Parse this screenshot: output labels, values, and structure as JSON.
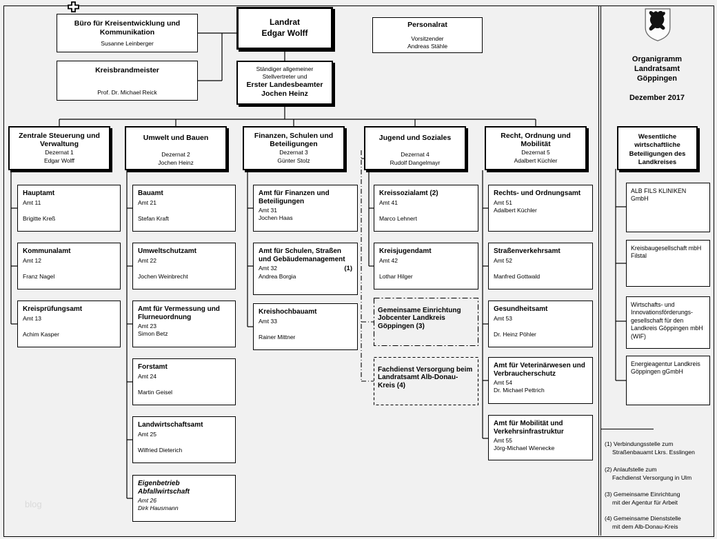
{
  "watermark": "blog",
  "icons": {
    "crest": "goeppingen-coat-of-arms",
    "cursor": "cross-move-cursor"
  },
  "header": {
    "buero_title": "Büro für Kreisentwicklung und Kommunikation",
    "buero_person": "Susanne Leinberger",
    "brandmeister_title": "Kreisbrandmeister",
    "brandmeister_person": "Prof. Dr. Michael Reick",
    "landrat_title": "Landrat",
    "landrat_person": "Edgar Wolff",
    "deputy_line1": "Ständiger allgemeiner",
    "deputy_line2": "Stellvertreter und",
    "deputy_line3": "Erster Landesbeamter",
    "deputy_line4": "Jochen Heinz",
    "personalrat_title": "Personalrat",
    "personalrat_role": "Vorsitzender",
    "personalrat_person": "Andreas Stähle"
  },
  "info_panel": {
    "org_title_line1": "Organigramm",
    "org_title_line2": "Landratsamt",
    "org_title_line3": "Göppingen",
    "date": "Dezember 2017"
  },
  "dezernate": [
    {
      "title": "Zentrale Steuerung und Verwaltung",
      "unit": "Dezernat 1",
      "head": "Edgar Wolff"
    },
    {
      "title": "Umwelt und Bauen",
      "unit": "Dezernat 2",
      "head": "Jochen Heinz"
    },
    {
      "title": "Finanzen, Schulen und Beteiligungen",
      "unit": "Dezernat 3",
      "head": "Günter Stolz"
    },
    {
      "title": "Jugend und Soziales",
      "unit": "Dezernat 4",
      "head": "Rudolf Dangelmayr"
    },
    {
      "title": "Recht, Ordnung und Mobilität",
      "unit": "Dezernat 5",
      "head": "Adalbert Küchler"
    }
  ],
  "columns": [
    {
      "items": [
        {
          "name": "Hauptamt",
          "code": "Amt 11",
          "person": "Brigitte Kreß"
        },
        {
          "name": "Kommunalamt",
          "code": "Amt 12",
          "person": "Franz Nagel"
        },
        {
          "name": "Kreisprüfungsamt",
          "code": "Amt 13",
          "person": "Achim Kasper"
        }
      ]
    },
    {
      "items": [
        {
          "name": "Bauamt",
          "code": "Amt 21",
          "person": "Stefan Kraft"
        },
        {
          "name": "Umweltschutzamt",
          "code": "Amt 22",
          "person": "Jochen Weinbrecht"
        },
        {
          "name": "Amt für Vermessung und Flurneuordnung",
          "code": "Amt 23",
          "person": "Simon Betz"
        },
        {
          "name": "Forstamt",
          "code": "Amt 24",
          "person": "Martin Geisel"
        },
        {
          "name": "Landwirtschaftsamt",
          "code": "Amt 25",
          "person": "Wilfried Dieterich"
        },
        {
          "name": "Eigenbetrieb Abfallwirtschaft",
          "code": "Amt 26",
          "person": "Dirk Hausmann"
        }
      ]
    },
    {
      "items": [
        {
          "name": "Amt für Finanzen und Beteiligungen",
          "code": "Amt 31",
          "person": "Jochen Haas"
        },
        {
          "name": "Amt für Schulen, Straßen und Gebäudemanagement",
          "code": "Amt 32",
          "note": "(1)",
          "person": "Andrea Borgia"
        },
        {
          "name": "Kreishochbauamt",
          "code": "Amt 33",
          "person": "Rainer Mittner"
        }
      ]
    },
    {
      "items": [
        {
          "name": "Kreissozialamt (2)",
          "code": "Amt 41",
          "person": "Marco Lehnert"
        },
        {
          "name": "Kreisjugendamt",
          "code": "Amt 42",
          "person": "Lothar Hilger"
        }
      ]
    },
    {
      "items": [
        {
          "name": "Rechts- und Ordnungsamt",
          "code": "Amt 51",
          "person": "Adalbert Küchler"
        },
        {
          "name": "Straßenverkehrsamt",
          "code": "Amt 52",
          "person": "Manfred Gottwald"
        },
        {
          "name": "Gesundheitsamt",
          "code": "Amt 53",
          "person": "Dr. Heinz Pöhler"
        },
        {
          "name": "Amt für Veterinärwesen und Verbraucherschutz",
          "code": "Amt 54",
          "person": "Dr. Michael Pettrich"
        },
        {
          "name": "Amt für Mobilität und Verkehrsinfrastruktur",
          "code": "Amt 55",
          "person": "Jörg-Michael Wienecke"
        }
      ]
    }
  ],
  "special_units": {
    "jobcenter": "Gemeinsame Einrichtung Jobcenter Landkreis Göppingen (3)",
    "fachdienst": "Fachdienst Versorgung beim Landratsamt Alb-Donau-Kreis (4)"
  },
  "beteiligungen": {
    "header": "Wesentliche wirtschaftliche Beteiligungen des Landkreises",
    "items": [
      "ALB FILS KLINIKEN GmbH",
      "Kreisbaugesellschaft mbH Filstal",
      "Wirtschafts- und Innovationsförderungs- gesellschaft für den Landkreis Göppingen mbH (WIF)",
      "Energieagentur Landkreis Göppingen gGmbH"
    ]
  },
  "footnotes": [
    {
      "marker": "(1)",
      "line1": "Verbindungsstelle zum",
      "line2": "Straßenbauamt Lkrs. Esslingen"
    },
    {
      "marker": "(2)",
      "line1": "Anlaufstelle zum",
      "line2": "Fachdienst Versorgung in Ulm"
    },
    {
      "marker": "(3)",
      "line1": "Gemeinsame Einrichtung",
      "line2": "mit der Agentur für Arbeit"
    },
    {
      "marker": "(4)",
      "line1": "Gemeinsame Dienststelle",
      "line2": "mit dem Alb-Donau-Kreis"
    }
  ]
}
